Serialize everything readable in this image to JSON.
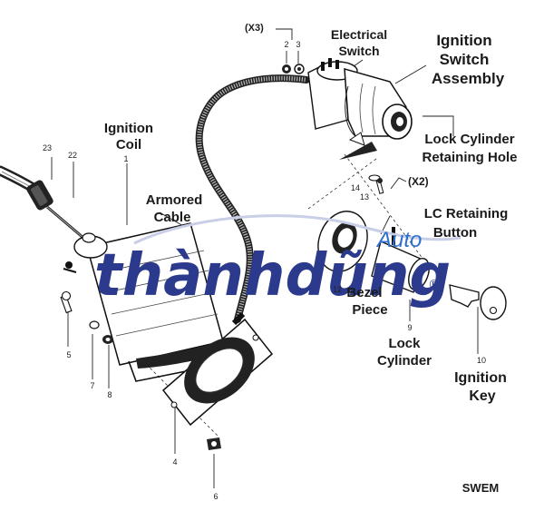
{
  "labels": {
    "x3": "(X3)",
    "electrical_switch": [
      "Electrical",
      "Switch"
    ],
    "ignition_switch_assembly": [
      "Ignition",
      "Switch",
      "Assembly"
    ],
    "lock_cylinder_retaining_hole": [
      "Lock Cylinder",
      "Retaining Hole"
    ],
    "ignition_coil": [
      "Ignition",
      "Coil"
    ],
    "armored_cable": [
      "Armored",
      "Cable"
    ],
    "x2": "(X2)",
    "lc_retaining_button": [
      "LC Retaining",
      "Button"
    ],
    "bezel_piece": [
      "Bezel",
      "Piece"
    ],
    "lock_cylinder": [
      "Lock",
      "Cylinder"
    ],
    "ignition_key": [
      "Ignition",
      "Key"
    ],
    "swem": "SWEM"
  },
  "part_numbers": {
    "n1": "1",
    "n2": "2",
    "n3": "3",
    "n4": "4",
    "n5": "5",
    "n6": "6",
    "n7": "7",
    "n8": "8",
    "n9": "9",
    "n10": "10",
    "n12": "12",
    "n13": "13",
    "n14": "14",
    "n22": "22",
    "n23": "23"
  },
  "watermark": {
    "main": "thànhdũng",
    "sub": "Auto",
    "registered": "®",
    "main_color": "#2b3a8c",
    "sub_color": "#2e6fd0"
  }
}
